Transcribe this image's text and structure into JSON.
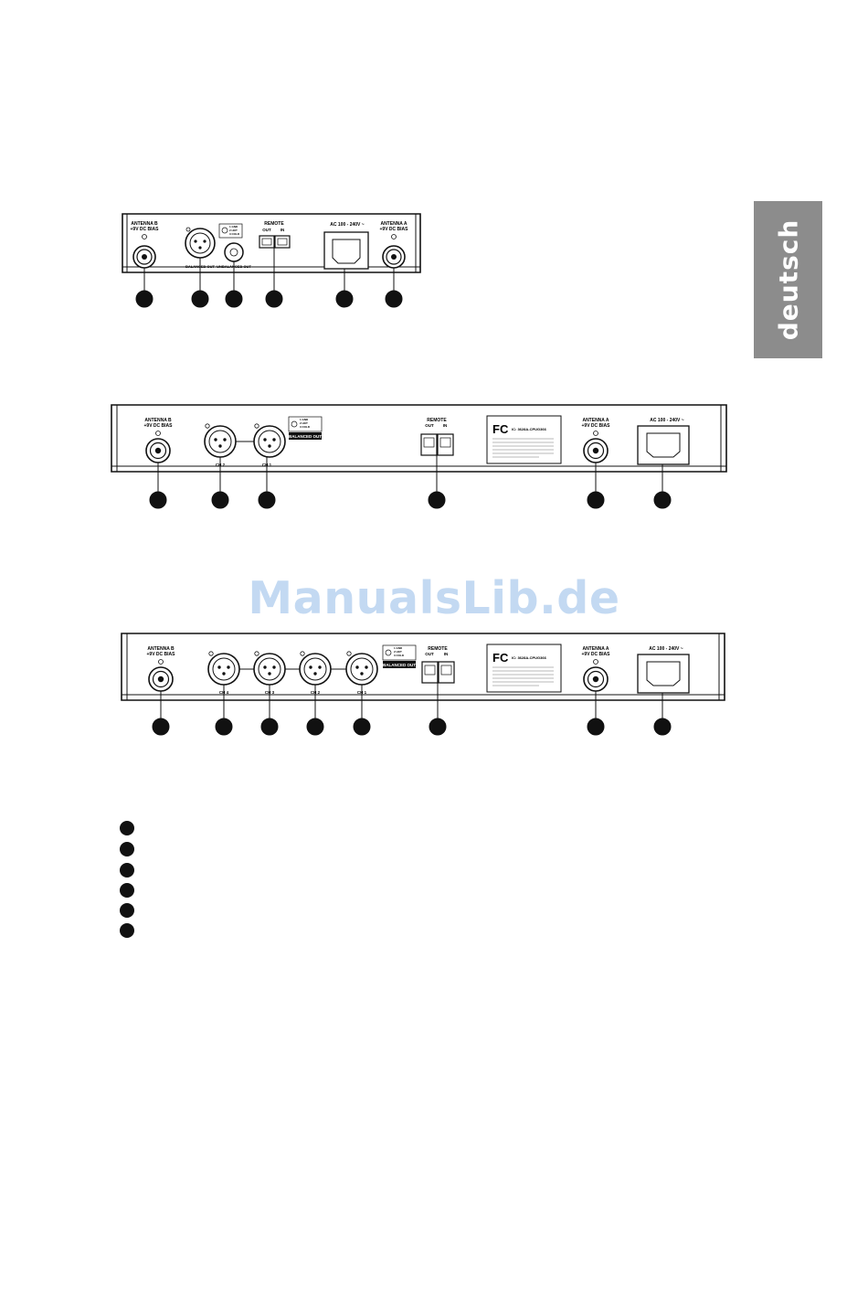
{
  "side_tab": {
    "label": "deutsch"
  },
  "watermark": {
    "text": "ManualsLib.de"
  },
  "panel1": {
    "antenna_b": [
      "ANTENNA B",
      "+9V DC BIAS"
    ],
    "antenna_a": [
      "ANTENNA A",
      "+9V DC BIAS"
    ],
    "balanced_out": "BALANCED  OUT",
    "unbalanced_out": "UNBALANCED  OUT",
    "remote": "REMOTE",
    "remote_out": "OUT",
    "remote_in": "IN",
    "ac_label": "AC 100 - 240V ~",
    "pin_legend": [
      "1 GND",
      "2 HOT",
      "3 COLD"
    ]
  },
  "panel2": {
    "antenna_b": [
      "ANTENNA B",
      "+9V DC BIAS"
    ],
    "antenna_a": [
      "ANTENNA A",
      "+9V DC BIAS"
    ],
    "channels": [
      "CH 2",
      "CH 1"
    ],
    "balanced_out": "BALANCED OUT",
    "remote": "REMOTE",
    "remote_out": "OUT",
    "remote_in": "IN",
    "ac_label": "AC 100 - 240V ~",
    "fcc_logo": "FC",
    "fcc_ic": "IC: 3628A-CPUG366",
    "pin_legend": [
      "1 GND",
      "2 HOT",
      "3 COLD"
    ]
  },
  "panel3": {
    "antenna_b": [
      "ANTENNA B",
      "+9V DC BIAS"
    ],
    "antenna_a": [
      "ANTENNA A",
      "+9V DC BIAS"
    ],
    "channels": [
      "CH 4",
      "CH 3",
      "CH 2",
      "CH 1"
    ],
    "balanced_out": "BALANCED OUT",
    "remote": "REMOTE",
    "remote_out": "OUT",
    "remote_in": "IN",
    "ac_label": "AC 100 - 240V ~",
    "fcc_logo": "FC",
    "fcc_ic": "IC: 3628A-CPUG366",
    "pin_legend": [
      "1 GND",
      "2 HOT",
      "3 COLD"
    ]
  },
  "legend": {
    "count": 6
  }
}
